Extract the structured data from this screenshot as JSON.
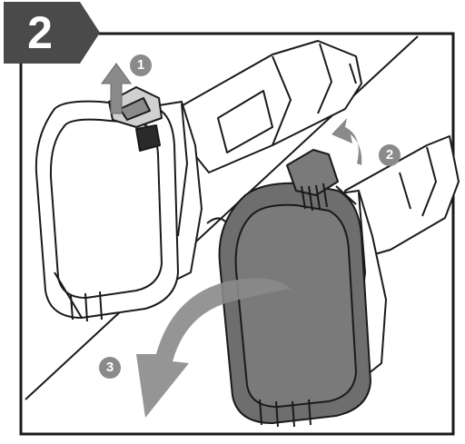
{
  "step": {
    "number": "2"
  },
  "callouts": [
    {
      "label": "1",
      "icon": "up-arrow-icon"
    },
    {
      "label": "2",
      "icon": "curved-up-arrow-icon"
    },
    {
      "label": "3",
      "icon": "curved-down-arrow-icon"
    }
  ],
  "colors": {
    "badge": "#4a4a4a",
    "line": "#1a1a1a",
    "battery_fill": "#6e6e6e",
    "arrow": "#8a8a8a",
    "callout": "#8a8a8a"
  }
}
